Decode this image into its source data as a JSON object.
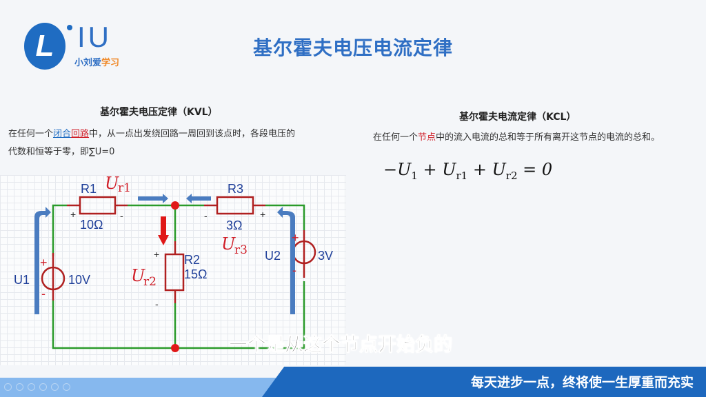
{
  "logo": {
    "letter": "L",
    "brand": "IU",
    "sub_blue": "小刘爱",
    "sub_orange": "学习"
  },
  "title": "基尔霍夫电压电流定律",
  "kvl": {
    "heading": "基尔霍夫电压定律（KVL）",
    "text_pre": "在任何一个",
    "link1": "闭合",
    "link2": "回路",
    "text_post": "中，从一点出发绕回路一周回到该点时，各段电压的",
    "line2": "代数和恒等于零，即∑U=0"
  },
  "kcl": {
    "heading": "基尔霍夫电流定律（KCL）",
    "text_pre": "在任何一个",
    "highlight": "节点",
    "text_post": "中的流入电流的总和等于所有离开这节点的电流的总和。"
  },
  "equation": {
    "t1": "−U",
    "s1": "1",
    "t2": " + U",
    "s2": "r1",
    "t3": " + U",
    "s3": "r2",
    "t4": " = 0"
  },
  "circuit": {
    "r1": "R1",
    "r1_val": "10Ω",
    "r2": "R2",
    "r2_val": "15Ω",
    "r3": "R3",
    "r3_val": "3Ω",
    "u1": "U1",
    "u1_val": "10V",
    "u2": "U2",
    "u2_val": "3V",
    "ur1": "U",
    "ur1_sub": "r1",
    "ur2": "U",
    "ur2_sub": "r2",
    "ur3": "U",
    "ur3_sub": "r3",
    "plus": "+",
    "minus": "-"
  },
  "subtitle": "一个是从这个节点开始负的",
  "footer": {
    "slogan": "每天进步一点，终将使一生厚重而充实"
  },
  "colors": {
    "wire": "#2a9a2a",
    "component": "#b02020",
    "arrow_blue": "#4a7cc0",
    "node": "#e01818"
  }
}
